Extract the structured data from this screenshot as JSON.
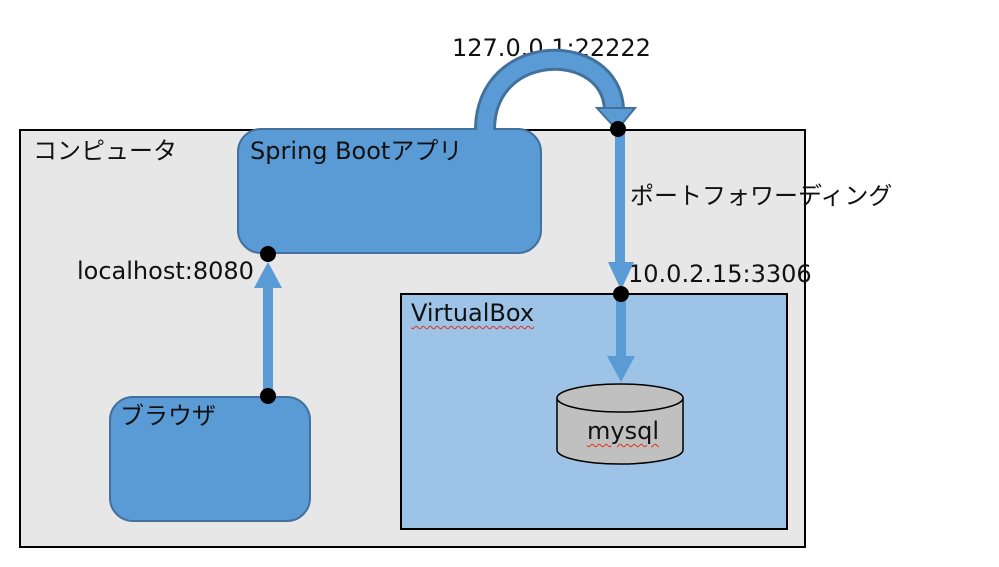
{
  "labels": {
    "computer": "コンピュータ",
    "spring_app": "Spring Bootアプリ",
    "browser": "ブラウザ",
    "virtualbox": "VirtualBox",
    "mysql": "mysql",
    "localhost": "localhost:8080",
    "loopback": "127.0.0.1:22222",
    "port_forwarding": "ポートフォワーディング",
    "guest_address": "10.0.2.15:3306"
  },
  "colors": {
    "computer_fill": "#e7e7e7",
    "app_fill": "#5b9bd5",
    "app_border": "#41719c",
    "virtualbox_fill": "#9dc3e6",
    "arrow": "#5b9bd5",
    "cylinder_fill": "#c0c0c0",
    "spellcheck_underline": "#e0301e"
  }
}
